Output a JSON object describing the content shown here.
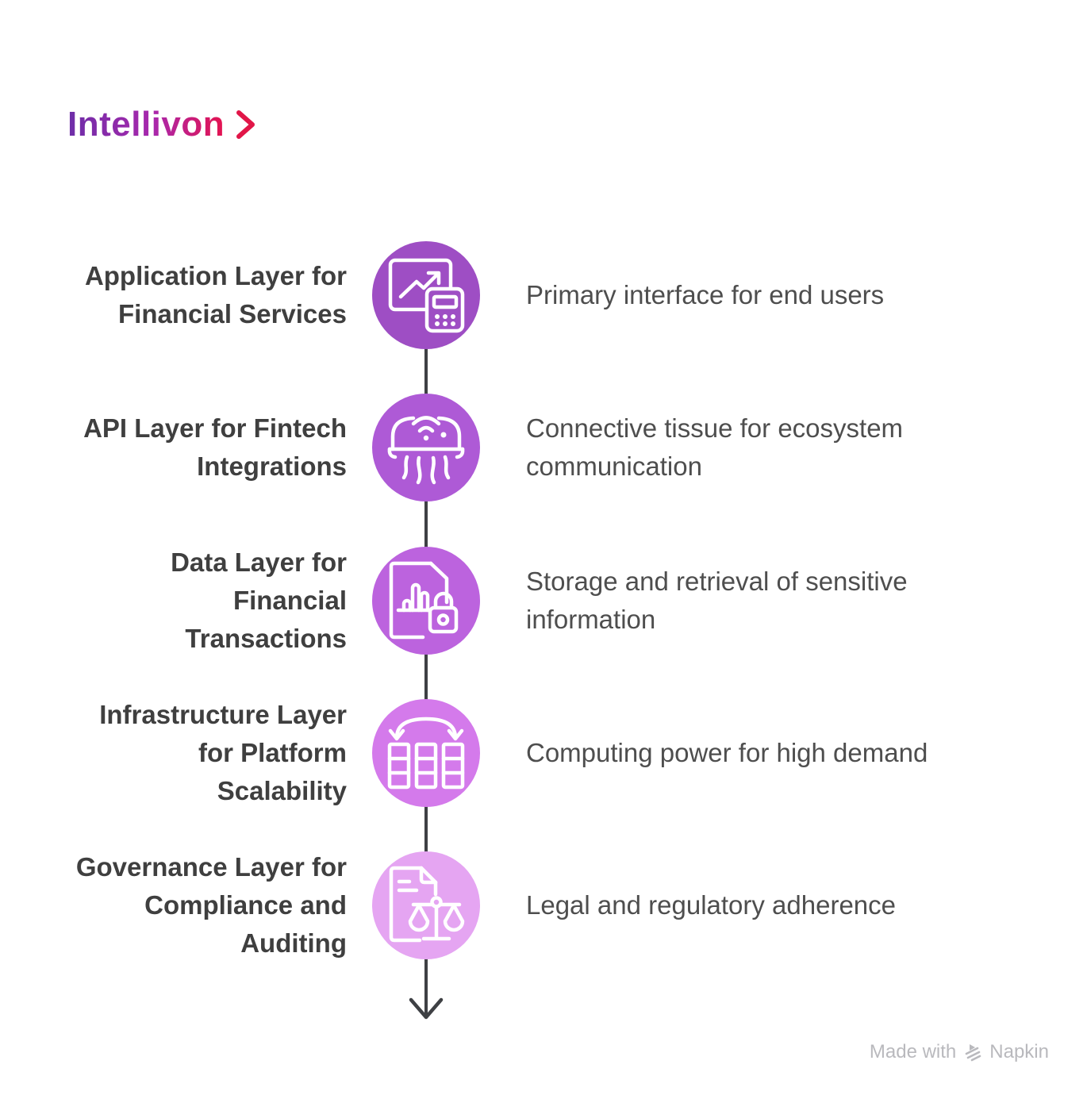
{
  "page": {
    "background": "#FFFFFF"
  },
  "logo": {
    "text": "Intellivon",
    "gradient_start": "#6D2EA8",
    "gradient_mid": "#A928AC",
    "gradient_end": "#E5134F",
    "chevron_color": "#E11648"
  },
  "timeline": {
    "line_color": "#3E4044",
    "title_color": "#3F3F3F",
    "description_color": "#4E4E4E",
    "items": [
      {
        "title": "Application Layer for\nFinancial Services",
        "description": "Primary interface for end users",
        "icon": "chart-calculator-icon",
        "circle_color": "#9E4EC4"
      },
      {
        "title": "API Layer for Fintech\nIntegrations",
        "description": "Connective tissue for ecosystem\ncommunication",
        "icon": "api-connector-icon",
        "circle_color": "#AE5AD6"
      },
      {
        "title": "Data Layer for\nFinancial\nTransactions",
        "description": "Storage and retrieval of sensitive\ninformation",
        "icon": "document-lock-icon",
        "circle_color": "#BC63DE"
      },
      {
        "title": "Infrastructure Layer\nfor Platform\nScalability",
        "description": "Computing power for high demand",
        "icon": "server-scaling-icon",
        "circle_color": "#D47AEB"
      },
      {
        "title": "Governance Layer for\nCompliance and\nAuditing",
        "description": "Legal and regulatory adherence",
        "icon": "document-scales-icon",
        "circle_color": "#E5A5F2"
      }
    ]
  },
  "footer": {
    "made_with": "Made with",
    "brand": "Napkin",
    "color": "#B9B9BD"
  }
}
